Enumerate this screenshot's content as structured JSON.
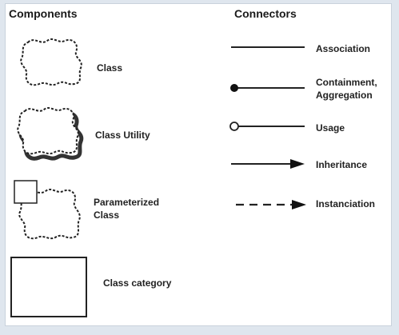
{
  "components": {
    "heading": "Components",
    "items": [
      {
        "label": "Class"
      },
      {
        "label": "Class Utility"
      },
      {
        "label_line1": "Parameterized",
        "label_line2": "Class"
      },
      {
        "label": "Class category"
      }
    ]
  },
  "connectors": {
    "heading": "Connectors",
    "items": [
      {
        "label": "Association"
      },
      {
        "label_line1": "Containment,",
        "label_line2": "Aggregation"
      },
      {
        "label": "Usage"
      },
      {
        "label": "Inheritance"
      },
      {
        "label": "Instanciation"
      }
    ]
  }
}
